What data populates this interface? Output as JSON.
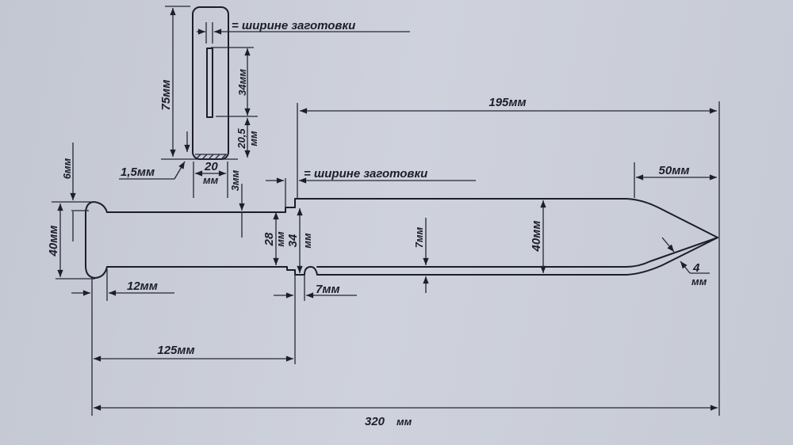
{
  "labels": {
    "blank_width_top": "= ширине заготовки",
    "blank_width_mid": "= ширине заготовки",
    "guard_height": "75мм",
    "slot_length": "34мм",
    "slot_offset": "20,5",
    "slot_offset_unit": "мм",
    "hatch_thickness": "1,5мм",
    "guard_width": "20",
    "guard_width_unit": "мм",
    "step_3": "3мм",
    "blade_length": "195мм",
    "tip_length": "50мм",
    "pommel_6": "6мм",
    "pommel_height": "40мм",
    "tang_28": "28",
    "tang_28_unit": "мм",
    "tang_34": "34",
    "tang_34_unit": "мм",
    "edge_7": "7мм",
    "blade_height": "40мм",
    "bevel_4": "4",
    "bevel_4_unit": "мм",
    "pommel_12": "12мм",
    "ricasso_7": "7мм",
    "handle_length": "125мм",
    "total_length": "320",
    "total_length_unit": "мм"
  }
}
